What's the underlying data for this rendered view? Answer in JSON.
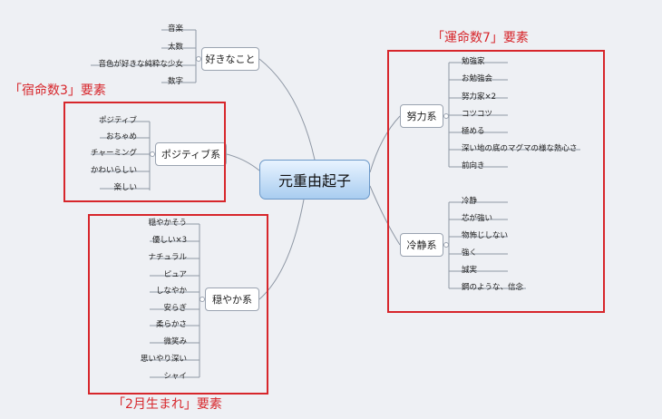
{
  "root": {
    "label": "元重由起子"
  },
  "branches": {
    "suki": {
      "label": "好きなこと",
      "items": [
        "音楽",
        "太数",
        "音色が好きな純粋な少女",
        "数字"
      ]
    },
    "positive": {
      "label": "ポジティブ系",
      "items": [
        "ポジティブ",
        "おちゃめ",
        "チャーミング",
        "かわいらしい",
        "楽しい"
      ]
    },
    "odayaka": {
      "label": "穏やか系",
      "items": [
        "穏やかそう",
        "優しい×3",
        "ナチュラル",
        "ピュア",
        "しなやか",
        "安らぎ",
        "柔らかさ",
        "微笑み",
        "思いやり深い",
        "シャイ"
      ]
    },
    "doryoku": {
      "label": "努力系",
      "items": [
        "勉強家",
        "お勉強会",
        "努力家×2",
        "コツコツ",
        "極める",
        "深い地の底のマグマの様な熱心さ",
        "前向き"
      ]
    },
    "reisei": {
      "label": "冷静系",
      "items": [
        "冷静",
        "芯が強い",
        "物怖じしない",
        "強く",
        "誠実",
        "鋼のような、信念"
      ]
    }
  },
  "annotations": {
    "unmei": "「運命数7」要素",
    "shukumei": "「宿命数3」要素",
    "birth": "「2月生まれ」要素"
  },
  "colors": {
    "annotation": "#d7262b",
    "line": "#9aa3b0",
    "root_top": "#e8f3ff",
    "root_bottom": "#a9cdf0"
  }
}
